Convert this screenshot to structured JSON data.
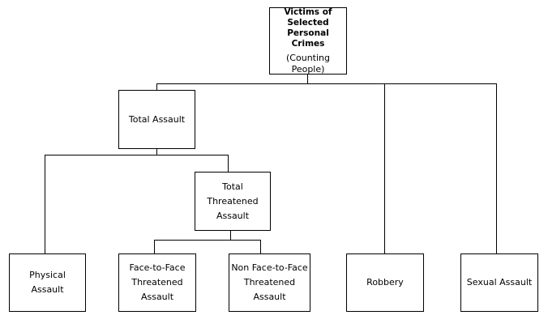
{
  "nodes": {
    "root": {
      "title_lines": [
        "Victims of",
        "Selected Personal",
        "Crimes"
      ],
      "sub_lines": [
        "(Counting",
        "People)"
      ]
    },
    "total_assault": {
      "lines": [
        "Total Assault"
      ]
    },
    "total_threatened": {
      "lines": [
        "Total",
        "Threatened",
        "Assault"
      ]
    },
    "physical": {
      "lines": [
        "Physical",
        "Assault"
      ]
    },
    "face_to_face": {
      "lines": [
        "Face-to-Face",
        "Threatened",
        "Assault"
      ]
    },
    "non_face_to_face": {
      "lines": [
        "Non Face-to-Face",
        "Threatened",
        "Assault"
      ]
    },
    "robbery": {
      "lines": [
        "Robbery"
      ]
    },
    "sexual": {
      "lines": [
        "Sexual Assault"
      ]
    }
  },
  "colors": {
    "line": "#000000",
    "box_border": "#000000",
    "background": "#ffffff"
  }
}
